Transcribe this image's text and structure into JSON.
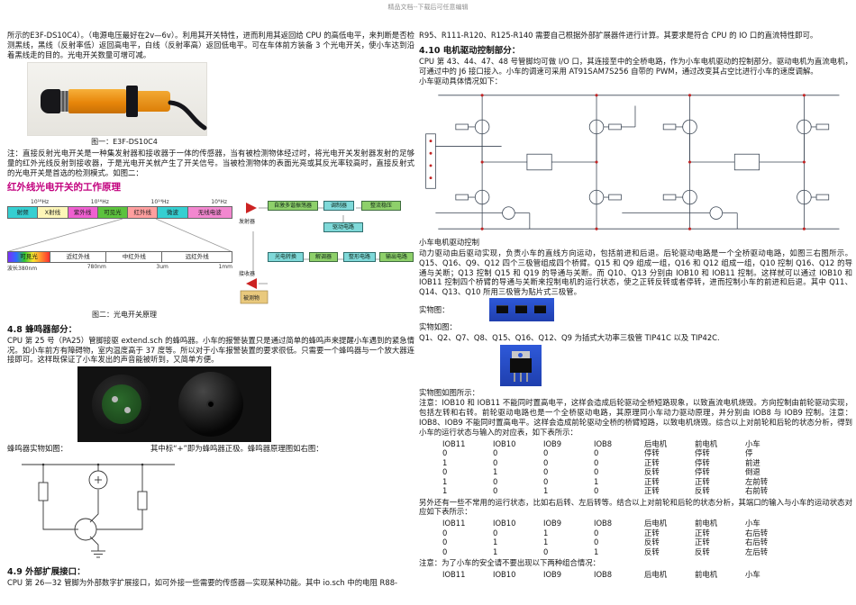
{
  "watermark": "精品文档--下载后可任意编辑",
  "left": {
    "para1": "所示的E3F-DS10C4）。（电源电压最好在2v—6v）。利用其开关特性，进而利用其返回给 CPU 的高低电平，来判断是否检测黑线，黑线（反射率低）返回高电平，白线（反射率高）返回低电平。可在车体前方装备 3 个光电开关，使小车达到沿着黑线走的目的。光电开关数量可增可减。",
    "fig1_caption": "图一：E3F-DS10C4",
    "note1": "注：直接反射光电开关是一种集发射器和接收器于一体的传感器，当有被检测物体经过时，将光电开关发射器发射的足够量的红外光线反射到接收器，于是光电开关就产生了开关信号。当被检测物体的表面光亮或其反光率较高时，直接反射式的光电开关是首选的检测模式。如图二：",
    "red_heading": "红外线光电开关的工作原理",
    "spectrum": {
      "freq_ticks": [
        "10¹⁸Hz",
        "10¹⁶Hz",
        "10¹⁴Hz",
        "10⁹Hz"
      ],
      "bands": [
        {
          "label": "射频",
          "color": "#35cfd1"
        },
        {
          "label": "X射线",
          "color": "#fdf6b8"
        },
        {
          "label": "紫外线",
          "color": "#ef5fd0"
        },
        {
          "label": "可见光",
          "color": "#5cc23d"
        },
        {
          "label": "红外线",
          "color": "#ff9f9f"
        },
        {
          "label": "微波",
          "color": "#35cfd1"
        },
        {
          "label": "无线电波",
          "color": "#f287cf"
        }
      ],
      "sub_bands": [
        {
          "label": "可見光",
          "color": "linear-gradient(90deg,#7b2ff7,#2f6bff,#2fc82f,#ffe52f,#ff8c2f,#ff2f2f)"
        },
        {
          "label": "近红外线",
          "color": "#ffffff"
        },
        {
          "label": "中红外线",
          "color": "#ffffff"
        },
        {
          "label": "远红外线",
          "color": "#ffffff"
        }
      ],
      "wavelength_ticks": [
        "波长380nm",
        "780nm",
        "3um",
        "1mm"
      ]
    },
    "blockdiag": {
      "tx": "发射器",
      "rx": "接收器",
      "obj": "被测物",
      "b1": "自激多谐振荡器",
      "b2": "调制器",
      "b3": "整流稳压",
      "b4": "驱动电路",
      "b5": "光电转换",
      "b6": "解调器",
      "b7": "整形电路",
      "b8": "输出电路"
    },
    "fig2_caption": "图二：光电开关原理",
    "s48_title": "4.8  蜂鸣器部分：",
    "s48_para": "CPU 第 25 号（PA25）管脚接驱 extend.sch 的蜂鸣器。小车的报警装置只是通过简单的蜂鸣声来提醒小车遇到的紧急情况。如小车前方有障碍物，室内温度高于 37 度等。所以对于小车报警装置的要求很低。只需要一个蜂鸣器与一个放大器连接即可。这样既保证了小车发出的声音能被听到，又简单方便。",
    "buzzer_left_label": "蜂鸣器实物如图：",
    "buzzer_right_label": "其中标“+”即为蜂鸣器正极。蜂鸣器原理图如右图：",
    "s49_title": "4.9  外部扩展接口：",
    "s49_para": "CPU 第 26—32 管脚为外部数字扩展接口，如可外接一些需要的传感器—实现某种功能。其中 io.sch 中的电阻 R88-"
  },
  "right": {
    "cont_para": "R95、R111-R120、R125-R140 需要自己根据外部扩展器件进行计算。其要求是符合 CPU 的 IO 口的直流特性即可。",
    "s410_title": "4.10  电机驱动控制部分：",
    "s410_para": "CPU 第 43、44、47、48 号管脚均可做 I/O 口，其连接至中的全桥电路，作为小车电机驱动的控制部分。驱动电机为直流电机，可通过中的 J6 接口接入。小车的调速可采用 AT91SAM7S256 自带的 PWM，通过改变其占空比进行小车的速度调解。",
    "s410_para2": "小车驱动具体情况如下：",
    "drive_title": "小车电机驱动控制",
    "drive_para": "动力驱动由后驱动实现，负责小车的直线方向运动，包括前进和后退。后轮驱动电路是一个全桥驱动电路，如图三右图所示。Q15、Q16、Q9、Q12 四个三极管组成四个桥臂。Q15 和 Q9 组成一组，Q16 和 Q12 组成一组，Q10 控制 Q16、Q12 的导通与关断；Q13 控制 Q15 和 Q19 的导通与关断。而 Q10、Q13 分别由 IOB10 和 IOB11 控制。这样就可以通过 IOB10 和 IOB11 控制四个桥臂的导通与关断来控制电机的运行状态，使之正转反转或者停转，进而控制小车的前进和后退。其中 Q11、Q14、Q13、Q10 所用三极管为贴片式三极管。",
    "photo1_label": "实物图：",
    "tip_label": "实物如图：",
    "tip_caption": "Q1、Q2、Q7、Q8、Q15、Q16、Q12、Q9 为插式大功率三极管 TIP41C 以及 TIP42C.",
    "photo2_label": "实物图如图所示：",
    "note2": "注意：IOB10 和 IOB11 不能同时置高电平，这样会造成后轮驱动全桥短路现象，以致直流电机烧毁。方向控制由前轮驱动实现，包括左转和右转。前轮驱动电路也是一个全桥驱动电路，其原理同小车动力驱动原理，并分别由 IOB8 与 IOB9 控制。注意：IOB8、IOB9 不能同时置高电平。这样会造成前轮驱动全桥的桥臂短路，以致电机烧毁。综合以上对前轮和后轮的状态分析，得到小车的运行状态与输入的对应表，如下表所示：",
    "table1": {
      "headers": [
        "IOB11",
        "IOB10",
        "IOB9",
        "IOB8",
        "后电机",
        "前电机",
        "小车"
      ],
      "rows": [
        [
          "0",
          "0",
          "0",
          "0",
          "停转",
          "停转",
          "停"
        ],
        [
          "1",
          "0",
          "0",
          "0",
          "正转",
          "停转",
          "前进"
        ],
        [
          "0",
          "1",
          "0",
          "0",
          "反转",
          "停转",
          "倒退"
        ],
        [
          "1",
          "0",
          "0",
          "1",
          "正转",
          "正转",
          "左前转"
        ],
        [
          "1",
          "0",
          "1",
          "0",
          "正转",
          "反转",
          "右前转"
        ]
      ]
    },
    "between_para": "另外还有一些不常用的运行状态，比如右后转、左后转等。结合以上对前轮和后轮的状态分析，其端口的输入与小车的运动状态对应如下表所示：",
    "table2": {
      "headers": [
        "IOB11",
        "IOB10",
        "IOB9",
        "IOB8",
        "后电机",
        "前电机",
        "小车"
      ],
      "rows": [
        [
          "0",
          "0",
          "1",
          "0",
          "正转",
          "正转",
          "右后转"
        ],
        [
          "0",
          "1",
          "1",
          "0",
          "反转",
          "正转",
          "右后转"
        ],
        [
          "0",
          "1",
          "0",
          "1",
          "反转",
          "反转",
          "左后转"
        ]
      ]
    },
    "note3": "注意：为了小车的安全请不要出现以下两种组合情况：",
    "table3": {
      "headers": [
        "IOB11",
        "IOB10",
        "IOB9",
        "IOB8",
        "后电机",
        "前电机",
        "小车"
      ],
      "rows": []
    }
  }
}
